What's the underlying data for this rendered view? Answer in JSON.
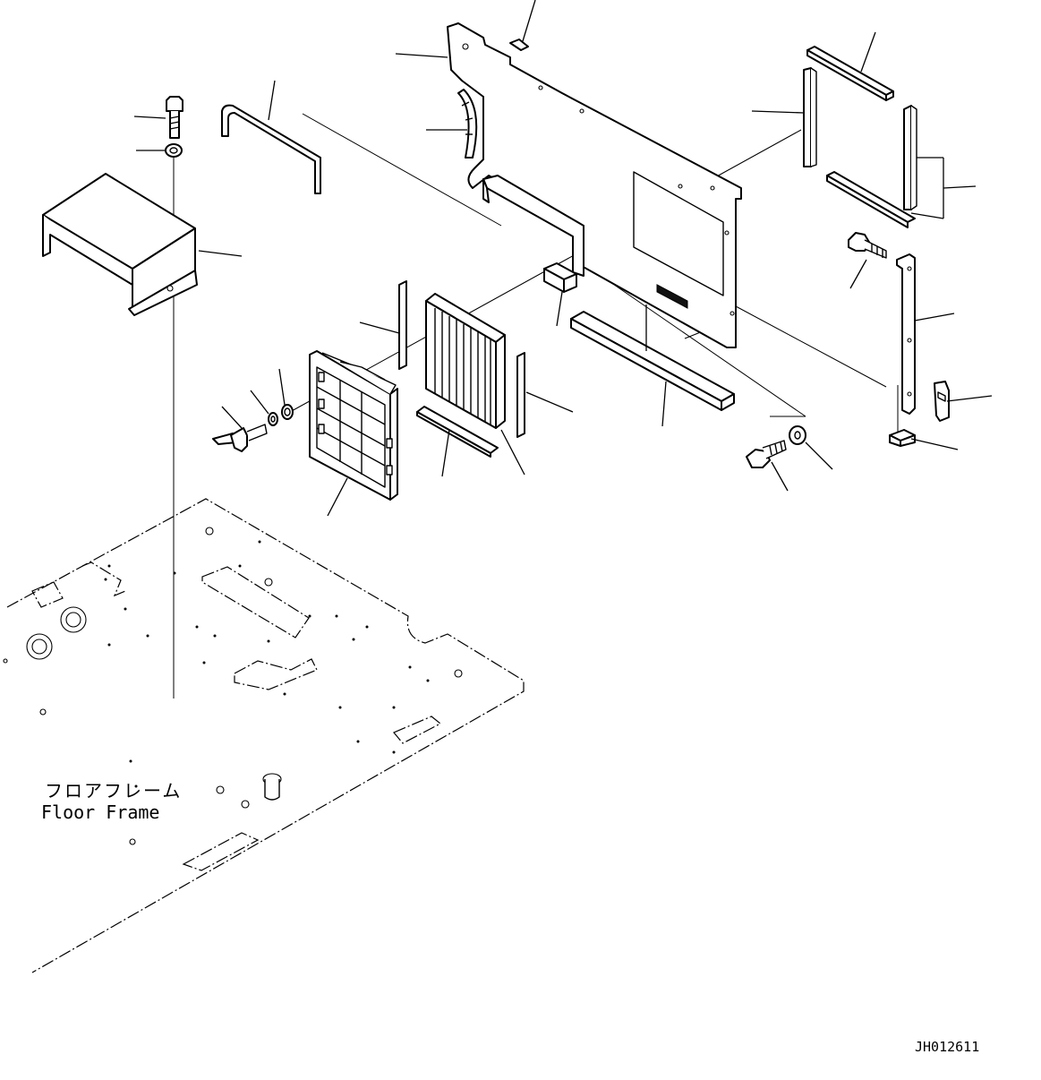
{
  "diagram": {
    "floor_frame_label_jp": "フロアフレーム",
    "floor_frame_label_en": "Floor Frame",
    "drawing_number": "JH012611"
  },
  "parts": [
    "bolt",
    "washer",
    "cover",
    "handle",
    "hose",
    "bracket-plate",
    "clip",
    "seal-top",
    "seal-left",
    "seal-right",
    "seal-bottom",
    "flange-bolt-right",
    "vertical-bracket",
    "latch",
    "rubber-block",
    "foam-block",
    "long-seal",
    "thin-seal-left",
    "filter",
    "thin-seal-right",
    "filter-holder",
    "lower-seal",
    "wing-bolt",
    "washer-small-1",
    "washer-small-2",
    "flange-bolt-lower",
    "round-washer"
  ]
}
